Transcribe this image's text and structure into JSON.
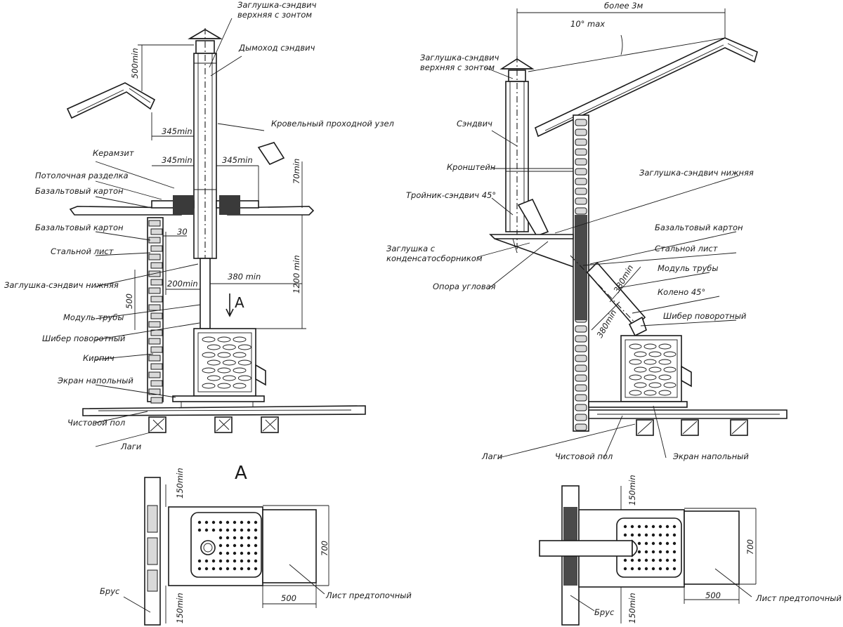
{
  "left_view": {
    "labels": {
      "cap_top": "Заглушка-сэндвич\nверхняя с зонтом",
      "chimney": "Дымоход сэндвич",
      "roof_node": "Кровельный проходной узел",
      "keramzit": "Керамзит",
      "ceiling_cut": "Потолочная разделка",
      "basalt1": "Базальтовый картон",
      "basalt2": "Базальтовый картон",
      "steel_sheet": "Стальной лист",
      "cap_bottom": "Заглушка-сэндвич нижняя",
      "pipe_module": "Модуль трубы",
      "damper": "Шибер поворотный",
      "brick": "Кирпич",
      "floor_screen": "Экран напольный",
      "clean_floor": "Чистовой пол",
      "joists": "Лаги"
    },
    "dims": {
      "d500": "500min",
      "d345a": "345min",
      "d345b": "345min",
      "d345c": "345min",
      "d70": "70min",
      "d30": "30",
      "d1200": "1200 min",
      "d380": "380 min",
      "d200": "200min",
      "d500b": "500"
    },
    "section_mark": "A"
  },
  "right_view": {
    "labels": {
      "over3m": "более 3м",
      "angle": "10° max",
      "cap_top": "Заглушка-сэндвич\nверхняя с зонтом",
      "sandwich": "Сэндвич",
      "bracket": "Кронштейн",
      "tee": "Тройник-сэндвич 45°",
      "cap_bottom": "Заглушка-сэндвич нижняя",
      "cap_cond": "Заглушка с\nконденсатосборником",
      "basalt": "Базальтовый картон",
      "steel_sheet": "Стальной лист",
      "angle_support": "Опора угловая",
      "pipe_module": "Модуль трубы",
      "elbow": "Колено 45°",
      "damper": "Шибер поворотный",
      "joists": "Лаги",
      "clean_floor": "Чистовой пол",
      "floor_screen": "Экран напольный"
    },
    "dims": {
      "d380a": "380min",
      "d380b": "380min"
    }
  },
  "plan_left": {
    "title": "A",
    "labels": {
      "beam": "Брус",
      "sheet": "Лист предтопочный"
    },
    "dims": {
      "d150a": "150min",
      "d150b": "150min",
      "d700": "700",
      "d500": "500"
    }
  },
  "plan_right": {
    "labels": {
      "beam": "Брус",
      "sheet": "Лист предтопочный"
    },
    "dims": {
      "d150a": "150min",
      "d150b": "150min",
      "d700": "700",
      "d500": "500"
    }
  }
}
